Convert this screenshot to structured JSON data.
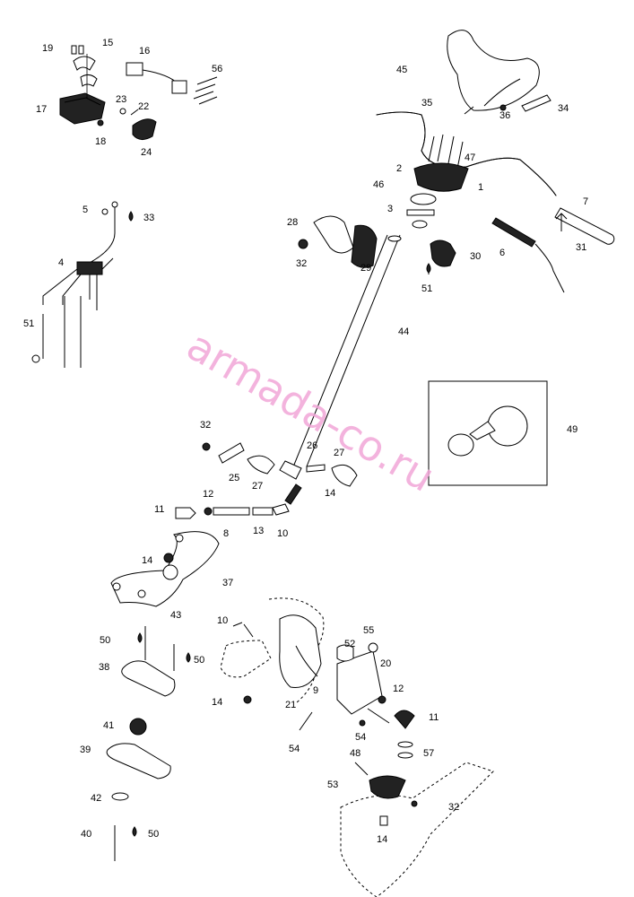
{
  "callouts": [
    "19",
    "15",
    "16",
    "56",
    "17",
    "23",
    "22",
    "24",
    "18",
    "45",
    "35",
    "36",
    "34",
    "47",
    "2",
    "1",
    "46",
    "7",
    "3",
    "28",
    "32",
    "29",
    "30",
    "6",
    "31",
    "51",
    "5",
    "33",
    "4",
    "51",
    "44",
    "49",
    "32",
    "26",
    "27",
    "25",
    "27",
    "14",
    "12",
    "11",
    "8",
    "13",
    "10",
    "14",
    "37",
    "43",
    "10",
    "50",
    "50",
    "52",
    "55",
    "20",
    "38",
    "12",
    "11",
    "14",
    "9",
    "21",
    "41",
    "54",
    "54",
    "39",
    "48",
    "57",
    "53",
    "32",
    "42",
    "40",
    "50",
    "14"
  ],
  "watermark": "armada-co.ru"
}
